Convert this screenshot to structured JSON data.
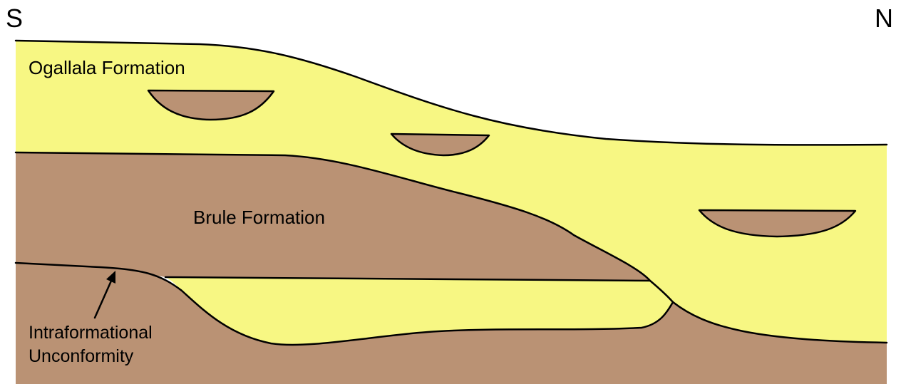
{
  "orientation": {
    "left": "S",
    "right": "N"
  },
  "formations": {
    "ogallala": "Ogallala Formation",
    "brule": "Brule Formation"
  },
  "annotation": {
    "line1": "Intraformational",
    "line2": "Unconformity"
  },
  "colors": {
    "ogallala_fill": "#F7F783",
    "brule_fill": "#BA9274",
    "outline": "#000000",
    "background": "#FFFFFF"
  }
}
